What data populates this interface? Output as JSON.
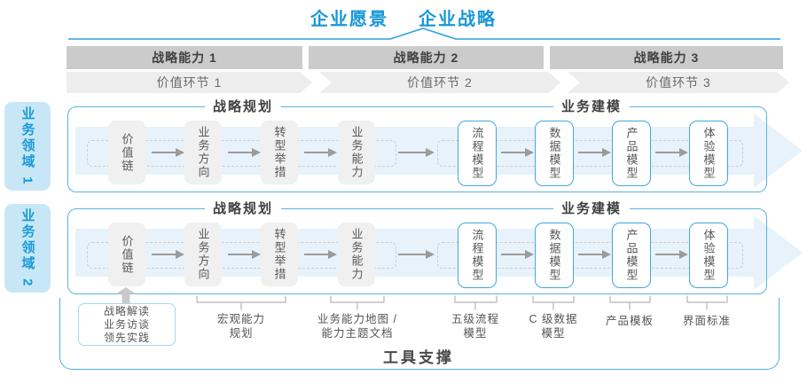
{
  "title": {
    "vision": "企业愿景",
    "strategy": "企业战略"
  },
  "strategic_capabilities": [
    {
      "label": "战略能力 1"
    },
    {
      "label": "战略能力 2"
    },
    {
      "label": "战略能力 3"
    }
  ],
  "value_links": [
    {
      "label": "价值环节 1"
    },
    {
      "label": "价值环节 2"
    },
    {
      "label": "价值环节 3"
    }
  ],
  "domains": [
    {
      "label": "业务领域 1",
      "sections": {
        "planning": "战略规划",
        "modeling": "业务建模"
      },
      "boxes": [
        {
          "label": "价值链"
        },
        {
          "label": "业务方向"
        },
        {
          "label": "转型举措"
        },
        {
          "label": "业务能力"
        },
        {
          "label": "流程模型"
        },
        {
          "label": "数据模型"
        },
        {
          "label": "产品模型"
        },
        {
          "label": "体验模型"
        }
      ]
    },
    {
      "label": "业务领域 2",
      "sections": {
        "planning": "战略规划",
        "modeling": "业务建模"
      },
      "boxes": [
        {
          "label": "价值链"
        },
        {
          "label": "业务方向"
        },
        {
          "label": "转型举措"
        },
        {
          "label": "业务能力"
        },
        {
          "label": "流程模型"
        },
        {
          "label": "数据模型"
        },
        {
          "label": "产品模型"
        },
        {
          "label": "体验模型"
        }
      ]
    }
  ],
  "annotations": {
    "inputs_box": {
      "lines": "战略解读\n业务访谈\n领先实践"
    },
    "deliverables": [
      {
        "label": "宏观能力\n规划"
      },
      {
        "label": "业务能力地图 /\n能力主题文档"
      },
      {
        "label": "五级流程\n模型"
      },
      {
        "label": "C 级数据\n模型"
      },
      {
        "label": "产品模板"
      },
      {
        "label": "界面标准"
      }
    ]
  },
  "footer": {
    "label": "工具支撑"
  },
  "colors": {
    "accent_blue": "#1797d8",
    "frame_border_blue": "#5ab3dd",
    "model_box_border": "#3fa9dc",
    "capability_band_gray": "#cbcbcb",
    "value_band_gray": "#ededed",
    "flow_band_blue": "#e8f2fa",
    "stage_box_gray": "#f0f0f0",
    "sidebar_fill": "#c7e7f6"
  }
}
